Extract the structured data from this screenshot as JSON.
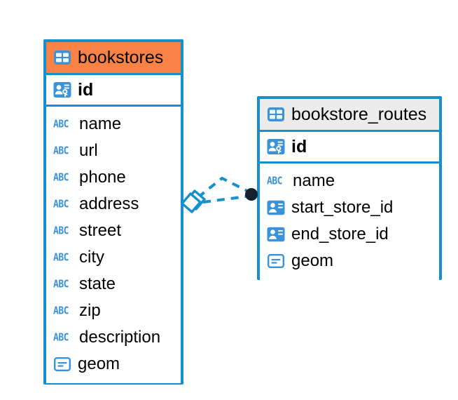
{
  "diagram": {
    "type": "entity-relationship-diagram",
    "background": "#ffffff",
    "accent_color": "#1490d0",
    "highlight_color": "#fb8245",
    "header_gray": "#ececec",
    "relationship": {
      "from_table": "bookstores",
      "from_field": "id",
      "to_table": "bookstore_routes",
      "to_fields": [
        "start_store_id",
        "end_store_id"
      ],
      "line_style": "dashed",
      "line_color": "#1490d0",
      "source_marker": "shape-marker",
      "target_marker": "filled-circle",
      "target_marker_color": "#15222e"
    }
  },
  "tables": [
    {
      "name": "bookstores",
      "header_icon": "table-icon",
      "header_style": "accent-orange",
      "primary_key": {
        "label": "id",
        "icon": "primary-key-icon"
      },
      "fields": [
        {
          "label": "name",
          "icon": "text-type-icon",
          "type": "ABC"
        },
        {
          "label": "url",
          "icon": "text-type-icon",
          "type": "ABC"
        },
        {
          "label": "phone",
          "icon": "text-type-icon",
          "type": "ABC"
        },
        {
          "label": "address",
          "icon": "text-type-icon",
          "type": "ABC"
        },
        {
          "label": "street",
          "icon": "text-type-icon",
          "type": "ABC"
        },
        {
          "label": "city",
          "icon": "text-type-icon",
          "type": "ABC"
        },
        {
          "label": "state",
          "icon": "text-type-icon",
          "type": "ABC"
        },
        {
          "label": "zip",
          "icon": "text-type-icon",
          "type": "ABC"
        },
        {
          "label": "description",
          "icon": "text-type-icon",
          "type": "ABC"
        },
        {
          "label": "geom",
          "icon": "geometry-type-icon",
          "type": "geometry"
        }
      ]
    },
    {
      "name": "bookstore_routes",
      "header_icon": "table-icon",
      "header_style": "accent-gray",
      "primary_key": {
        "label": "id",
        "icon": "primary-key-icon"
      },
      "fields": [
        {
          "label": "name",
          "icon": "text-type-icon",
          "type": "ABC"
        },
        {
          "label": "start_store_id",
          "icon": "foreign-key-icon",
          "type": "reference"
        },
        {
          "label": "end_store_id",
          "icon": "foreign-key-icon",
          "type": "reference"
        },
        {
          "label": "geom",
          "icon": "geometry-type-icon",
          "type": "geometry"
        }
      ]
    }
  ]
}
